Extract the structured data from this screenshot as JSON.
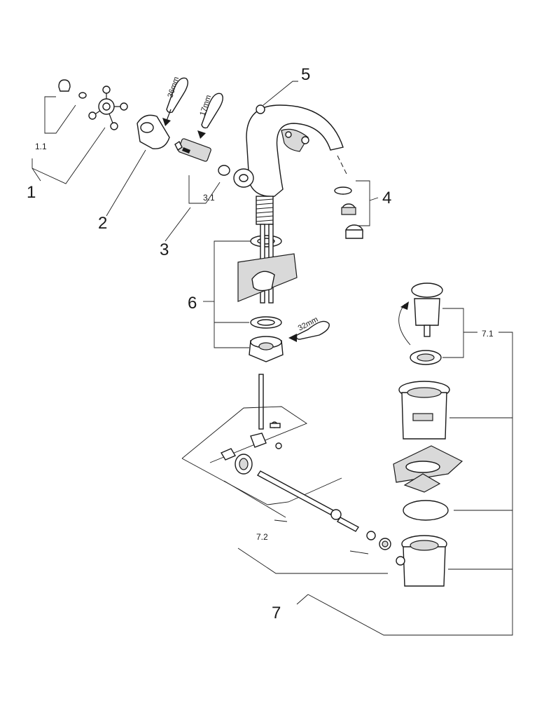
{
  "labels": {
    "p1": "1",
    "p1_1": "1.1",
    "p2": "2",
    "p3": "3",
    "p3_1": "3.1",
    "p4": "4",
    "p5": "5",
    "p6": "6",
    "p7": "7",
    "p7_1": "7.1",
    "p7_2": "7.2"
  },
  "wrench_sizes": {
    "w36": "36mm",
    "w17": "17mm",
    "w32": "32mm"
  },
  "colors": {
    "line": "#1a1a1a",
    "shade": "#d9d9d9",
    "background": "#ffffff"
  }
}
